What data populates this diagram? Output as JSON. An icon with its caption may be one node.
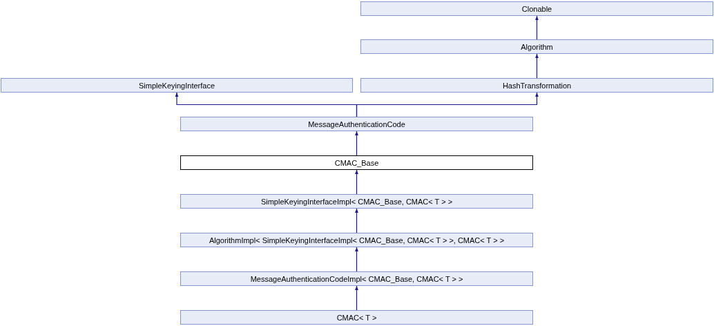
{
  "diagram": {
    "nodes": [
      {
        "text": [
          "Clonable"
        ]
      },
      {
        "text": [
          "Algorithm"
        ]
      },
      {
        "text": [
          "SimpleKeyingInterface"
        ]
      },
      {
        "text": [
          "HashTransformation"
        ]
      },
      {
        "text": [
          "MessageAuthenticationCode"
        ]
      },
      {
        "text": [
          "CMAC_Base"
        ]
      },
      {
        "text": [
          "SimpleKeyingInterfaceImpl< CMAC_Base, CMAC< T > >"
        ]
      },
      {
        "text": [
          "AlgorithmImpl< SimpleKeyingInterfaceImpl< CMAC_Base, CMAC< T > >, CMAC< T > >"
        ]
      },
      {
        "text": [
          "MessageAuthenticationCodeImpl< CMAC_Base, CMAC< T > >"
        ]
      },
      {
        "text": [
          "CMAC< T >"
        ]
      }
    ],
    "edges": [
      {
        "from": 1,
        "to": 0,
        "arrow": "to"
      },
      {
        "from": 3,
        "to": 1,
        "arrow": "to"
      },
      {
        "from": 4,
        "to": 2,
        "arrow": "to"
      },
      {
        "from": 4,
        "to": 3,
        "arrow": "to"
      },
      {
        "from": 5,
        "to": 4,
        "arrow": "to"
      },
      {
        "from": 6,
        "to": 5,
        "arrow": "to"
      },
      {
        "from": 7,
        "to": 6,
        "arrow": "to"
      },
      {
        "from": 8,
        "to": 7,
        "arrow": "to"
      },
      {
        "from": 9,
        "to": 8,
        "arrow": "to"
      }
    ]
  }
}
